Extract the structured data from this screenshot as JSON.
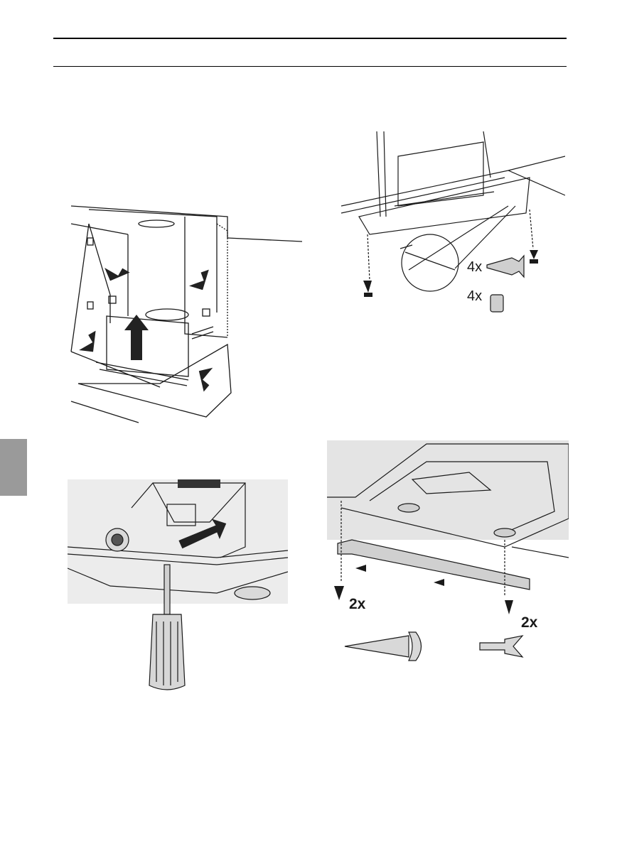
{
  "figures": [
    {
      "id": "fig-remove-unit"
    },
    {
      "id": "fig-mount-hood",
      "labels": {
        "screws": "4x",
        "caps": "4x"
      }
    },
    {
      "id": "fig-release-screwdriver"
    },
    {
      "id": "fig-attach-strip",
      "labels": {
        "left_screws": "2x",
        "right_screws": "2x"
      }
    }
  ],
  "colors": {
    "ink": "#1a1a1a",
    "arrow": "#222222",
    "tab": "#9a9a9a",
    "panel": "#e6e6e6",
    "metal": "#cfcfcf"
  }
}
